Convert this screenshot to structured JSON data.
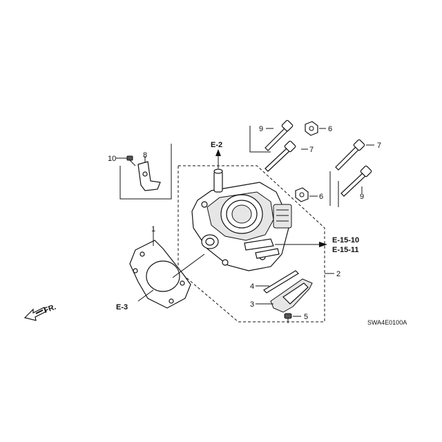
{
  "diagram": {
    "callouts": {
      "c1": "1",
      "c2": "2",
      "c3": "3",
      "c4": "4",
      "c5": "5",
      "c6a": "6",
      "c6b": "6",
      "c7a": "7",
      "c7b": "7",
      "c8": "8",
      "c9a": "9",
      "c9b": "9",
      "c10": "10"
    },
    "refs": {
      "e2": "E-2",
      "e3": "E-3",
      "e1510": "E-15-10",
      "e1511": "E-15-11"
    },
    "front_label": "FR.",
    "diagram_code": "SWA4E0100A"
  }
}
